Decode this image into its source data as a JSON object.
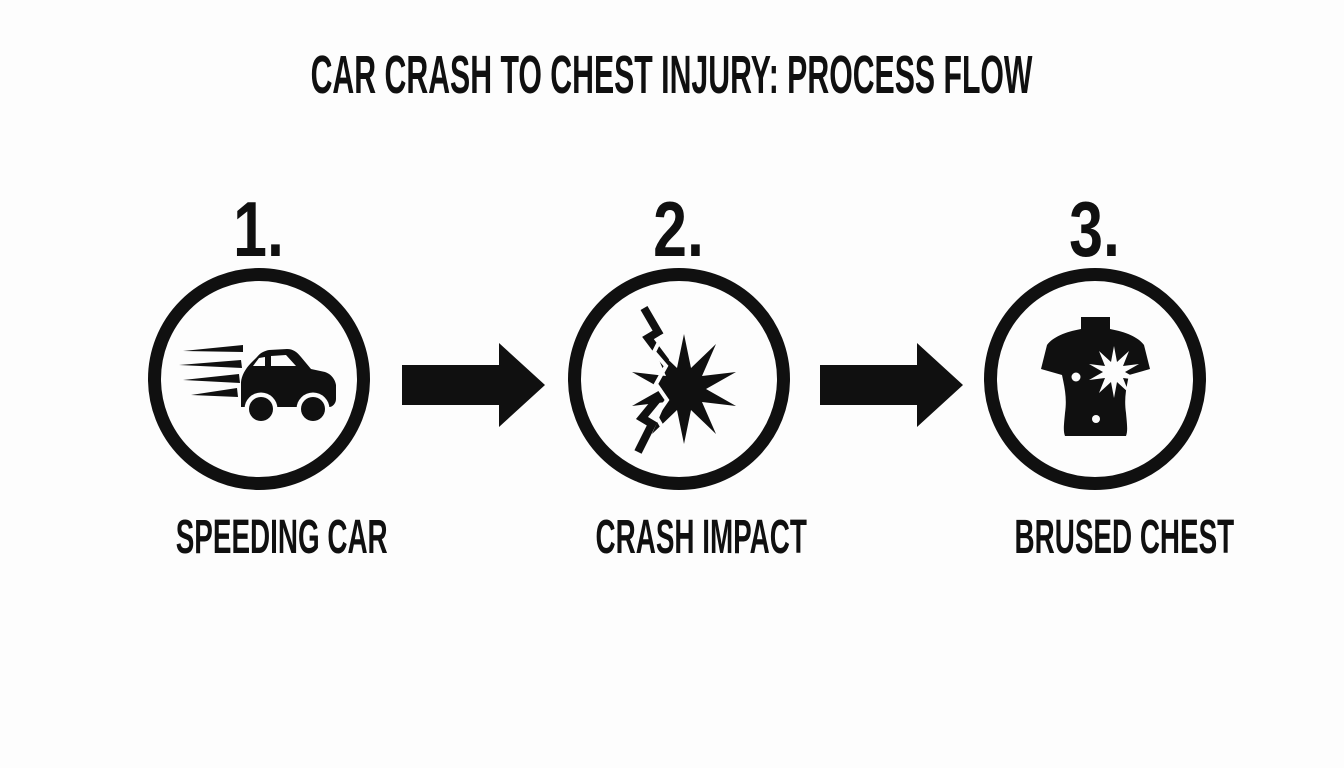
{
  "title": "CAR CRASH TO CHEST INJURY: PROCESS FLOW",
  "colors": {
    "background": "#fdfdfd",
    "ink": "#101010"
  },
  "steps": [
    {
      "number": "1.",
      "label": "SPEEDING CAR",
      "icon": "speeding-car-icon"
    },
    {
      "number": "2.",
      "label": "CRASH IMPACT",
      "icon": "crash-impact-icon"
    },
    {
      "number": "3.",
      "label": "BRUSED CHEST",
      "icon": "bruised-chest-icon"
    }
  ],
  "connectors": [
    {
      "type": "arrow-right"
    },
    {
      "type": "arrow-right"
    }
  ]
}
